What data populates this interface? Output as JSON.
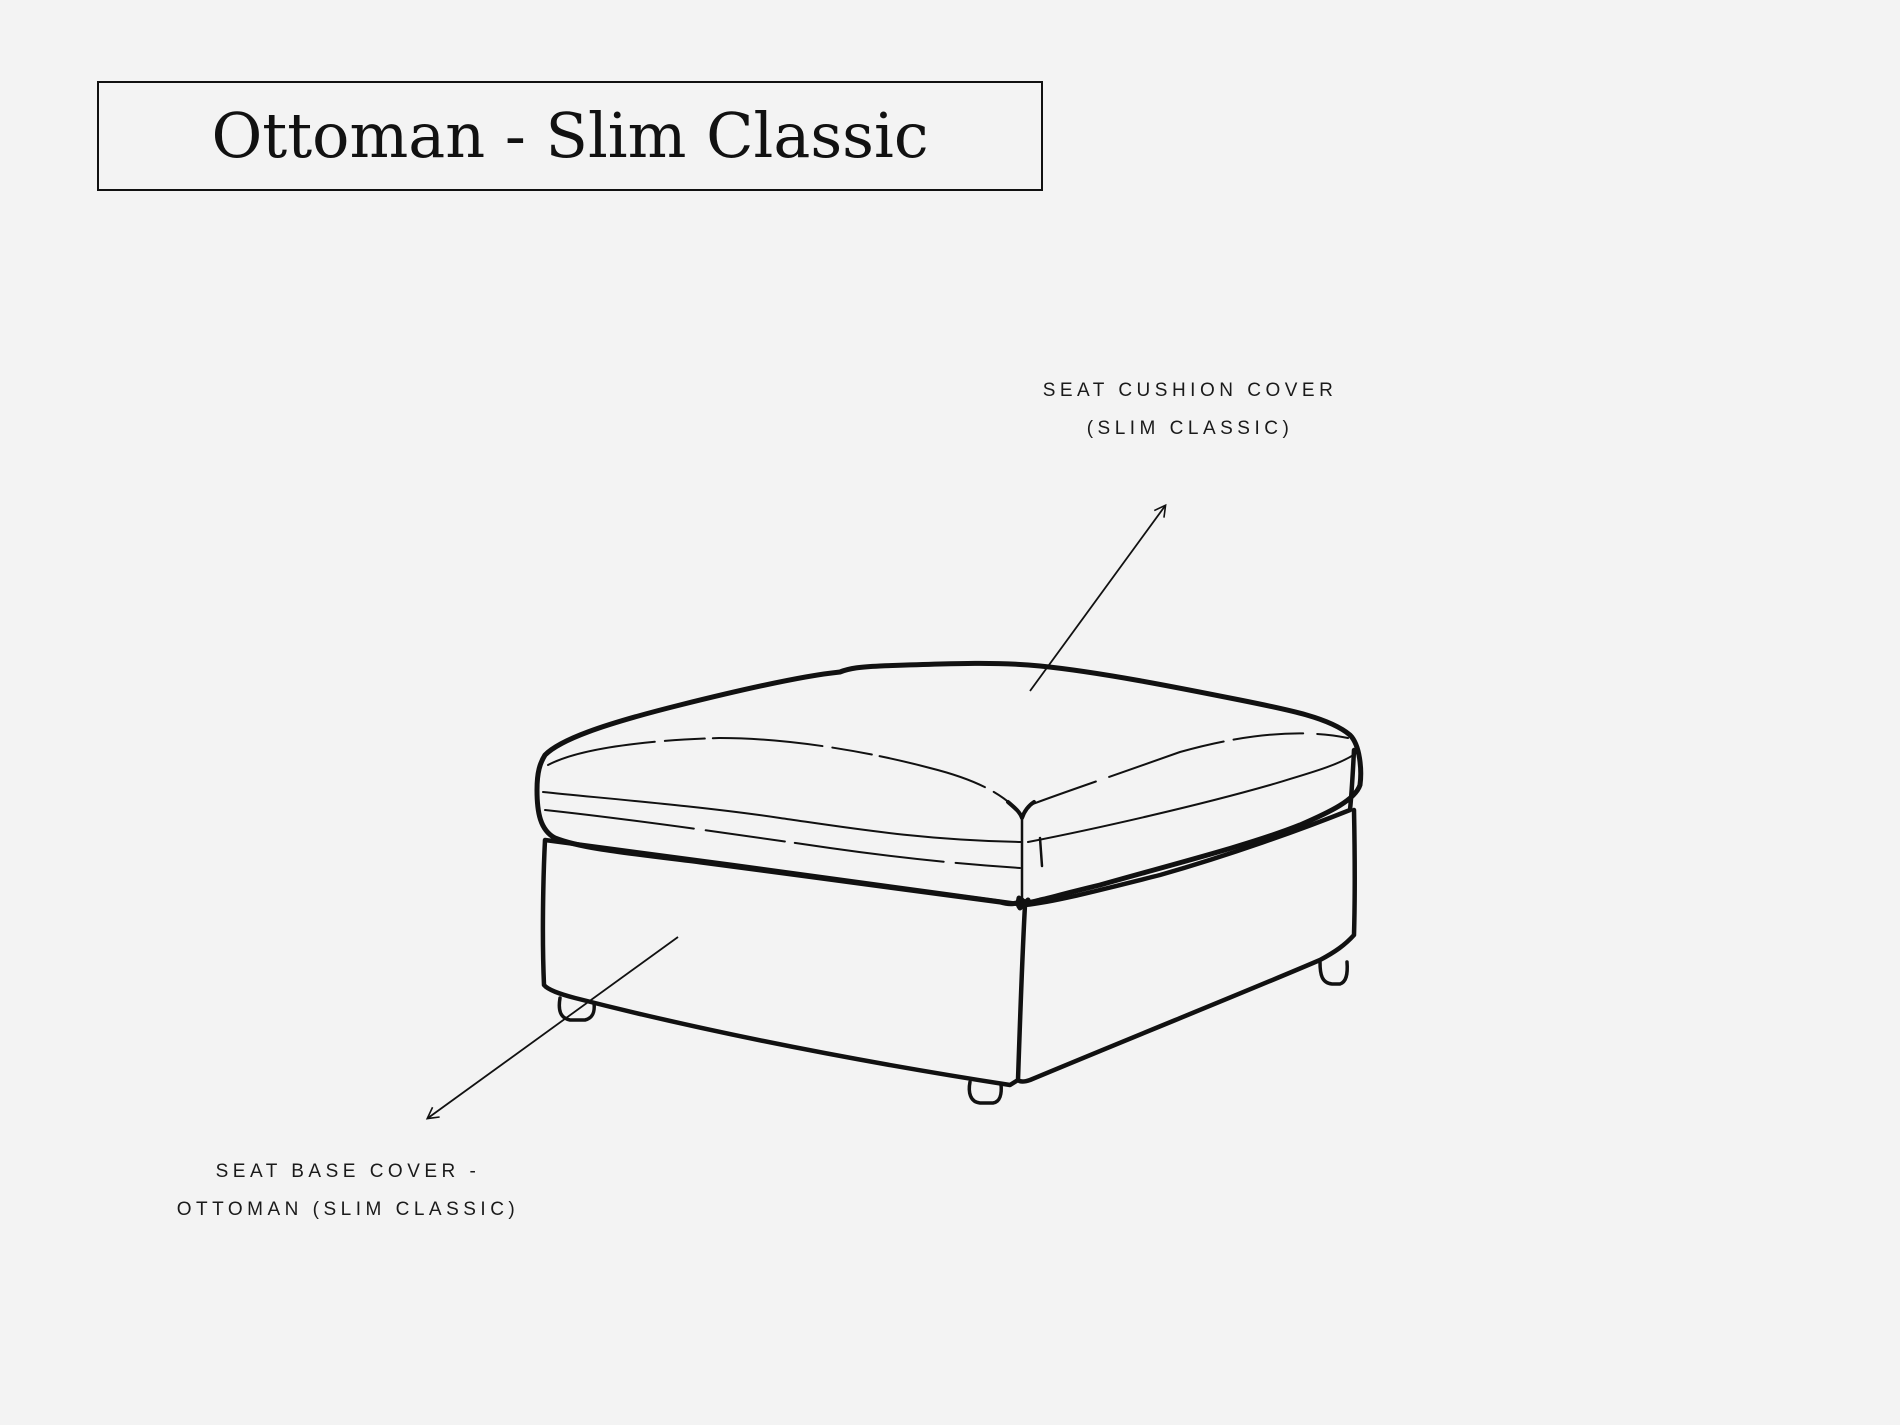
{
  "title": "Ottoman - Slim Classic",
  "callouts": {
    "cushion": {
      "line1": "SEAT CUSHION COVER",
      "line2": "(SLIM CLASSIC)"
    },
    "base": {
      "line1": "SEAT BASE COVER -",
      "line2": "OTTOMAN (SLIM CLASSIC)"
    }
  },
  "colors": {
    "background": "#f3f3f3",
    "ink": "#111111"
  }
}
